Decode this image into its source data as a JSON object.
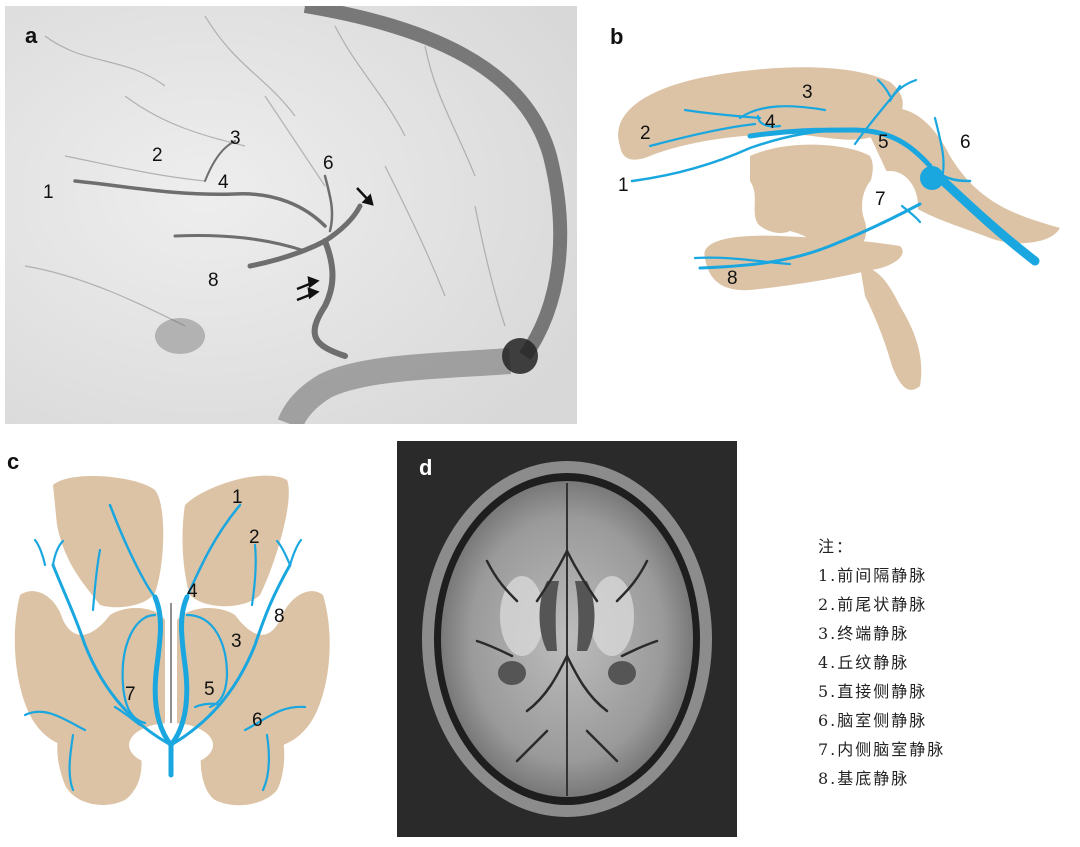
{
  "panels": {
    "a": {
      "letter": "a",
      "labels": [
        "1",
        "2",
        "3",
        "4",
        "6",
        "8"
      ]
    },
    "b": {
      "letter": "b",
      "labels": [
        "1",
        "2",
        "3",
        "4",
        "5",
        "6",
        "7",
        "8"
      ]
    },
    "c": {
      "letter": "c",
      "labels": [
        "1",
        "2",
        "4",
        "8",
        "3",
        "7",
        "5",
        "6"
      ]
    },
    "d": {
      "letter": "d"
    }
  },
  "legend": {
    "heading": "注：",
    "items": [
      "1.前间隔静脉",
      "2.前尾状静脉",
      "3.终端静脉",
      "4.丘纹静脉",
      "5.直接侧静脉",
      "6.脑室侧静脉",
      "7.内侧脑室静脉",
      "8.基底静脉"
    ]
  },
  "colors": {
    "vein": "#1aa7e0",
    "tissue": "#dcc3a5",
    "angiogram_bg": "#e6e6e6",
    "mri_bg": "#2a2a2a"
  }
}
